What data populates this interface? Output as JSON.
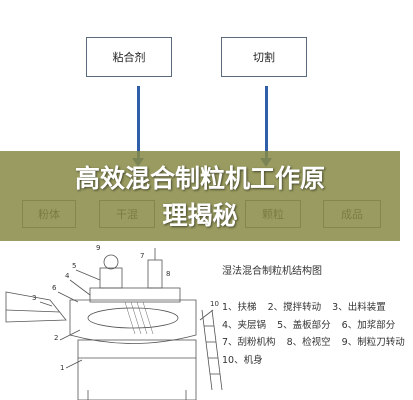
{
  "flow": {
    "top_boxes": [
      "粘合剂",
      "切割"
    ],
    "row_boxes": [
      "粉体",
      "干混",
      "颗粒",
      "成品"
    ]
  },
  "banner": {
    "title_line1": "高效混合制粒机工作原",
    "title_line2": "理揭秘"
  },
  "diagram": {
    "title": "湿法混合制粒机结构图",
    "legend": [
      [
        "1、扶梯",
        "2、搅拌转动",
        "3、出料装置"
      ],
      [
        "4、夹层锅",
        "5、盖板部分",
        "6、加浆部分"
      ],
      [
        "7、刮粉机构",
        "8、检视空",
        "9、制粒刀转动"
      ],
      [
        "10、机身"
      ]
    ],
    "callouts": [
      "1",
      "2",
      "3",
      "4",
      "5",
      "6",
      "7",
      "8",
      "9",
      "10"
    ]
  },
  "colors": {
    "arrow": "#2f5fa8",
    "banner": "#888a46"
  }
}
